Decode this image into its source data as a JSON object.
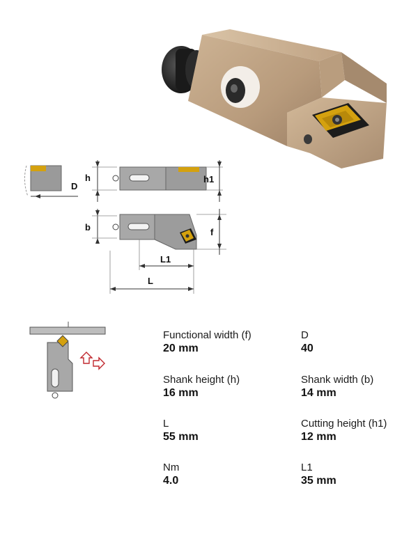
{
  "drawing_labels": {
    "h": "h",
    "h1": "h1",
    "d": "D",
    "b": "b",
    "f": "f",
    "l1": "L1",
    "l": "L"
  },
  "specs": [
    {
      "label": "Functional width (f)",
      "value": "20 mm"
    },
    {
      "label": "D",
      "value": "40"
    },
    {
      "label": "Shank height (h)",
      "value": "16 mm"
    },
    {
      "label": "Shank width (b)",
      "value": "14 mm"
    },
    {
      "label": "L",
      "value": "55 mm"
    },
    {
      "label": "Cutting height (h1)",
      "value": "12 mm"
    },
    {
      "label": "Nm",
      "value": "4.0"
    },
    {
      "label": "L1",
      "value": "35 mm"
    }
  ],
  "colors": {
    "body_metal": "#c9ad8d",
    "insert_gold": "#d4a10f",
    "insert_dark": "#1c1c1c",
    "arrow_red": "#c0282e",
    "line_gray": "#8a8a8a"
  },
  "icons": {
    "product_photo": "tool-holder-cartridge",
    "application": "machining-direction-icon"
  }
}
